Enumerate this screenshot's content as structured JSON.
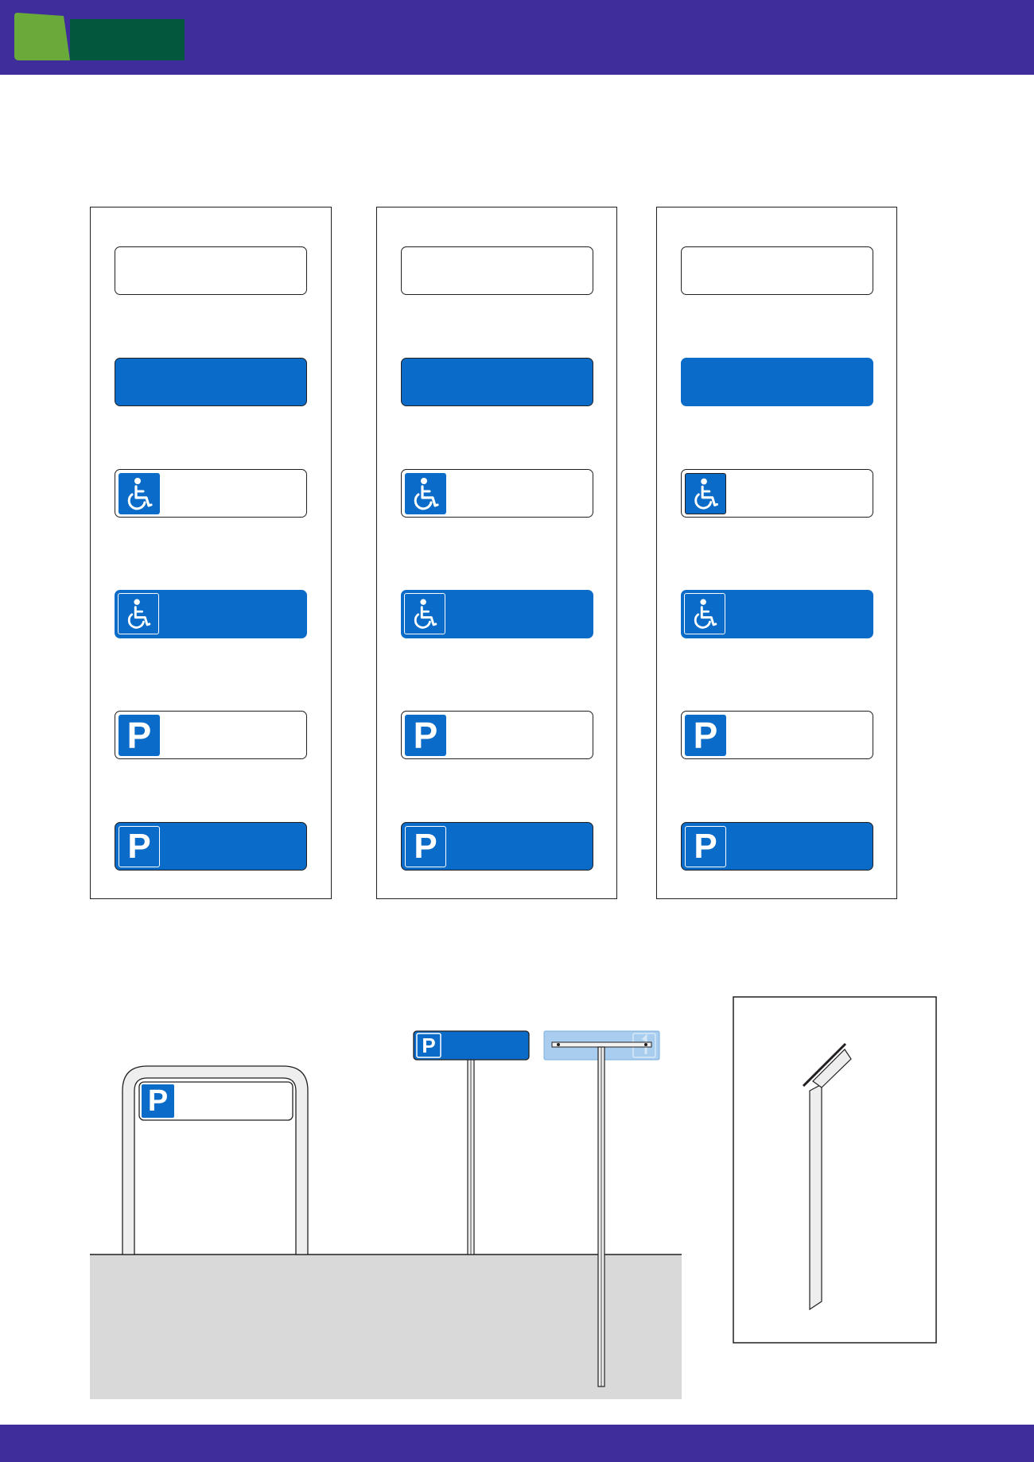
{
  "page": {
    "brand_colors": {
      "header_purple": "#3e2d9b",
      "logo_light_green": "#6aaa3a",
      "logo_dark_green": "#03573d",
      "sign_blue": "#0a6cc8",
      "light_blue": "#a9cdef",
      "ground_grey": "#d9d9d9"
    }
  },
  "sign_panels": [
    {
      "variant": "outlined",
      "plates": [
        {
          "background": "white",
          "symbol": "none"
        },
        {
          "background": "blue",
          "symbol": "none"
        },
        {
          "background": "white",
          "symbol": "wheelchair-icon"
        },
        {
          "background": "blue",
          "symbol": "wheelchair-icon"
        },
        {
          "background": "white",
          "symbol": "parking-icon",
          "symbol_text": "P"
        },
        {
          "background": "blue",
          "symbol": "parking-icon",
          "symbol_text": "P"
        }
      ]
    },
    {
      "variant": "outlined",
      "plates": [
        {
          "background": "white",
          "symbol": "none"
        },
        {
          "background": "blue",
          "symbol": "none"
        },
        {
          "background": "white",
          "symbol": "wheelchair-icon"
        },
        {
          "background": "blue",
          "symbol": "wheelchair-icon"
        },
        {
          "background": "white",
          "symbol": "parking-icon",
          "symbol_text": "P"
        },
        {
          "background": "blue",
          "symbol": "parking-icon",
          "symbol_text": "P"
        }
      ]
    },
    {
      "variant": "mixed",
      "plates": [
        {
          "background": "white",
          "symbol": "none"
        },
        {
          "background": "blue",
          "symbol": "none"
        },
        {
          "background": "white",
          "symbol": "wheelchair-icon"
        },
        {
          "background": "blue",
          "symbol": "wheelchair-icon"
        },
        {
          "background": "white",
          "symbol": "parking-icon",
          "symbol_text": "P"
        },
        {
          "background": "blue",
          "symbol": "parking-icon",
          "symbol_text": "P"
        }
      ]
    }
  ],
  "mounting_scene": {
    "frame_sign_symbol_text": "P",
    "post_sign_symbol_text": "P"
  }
}
